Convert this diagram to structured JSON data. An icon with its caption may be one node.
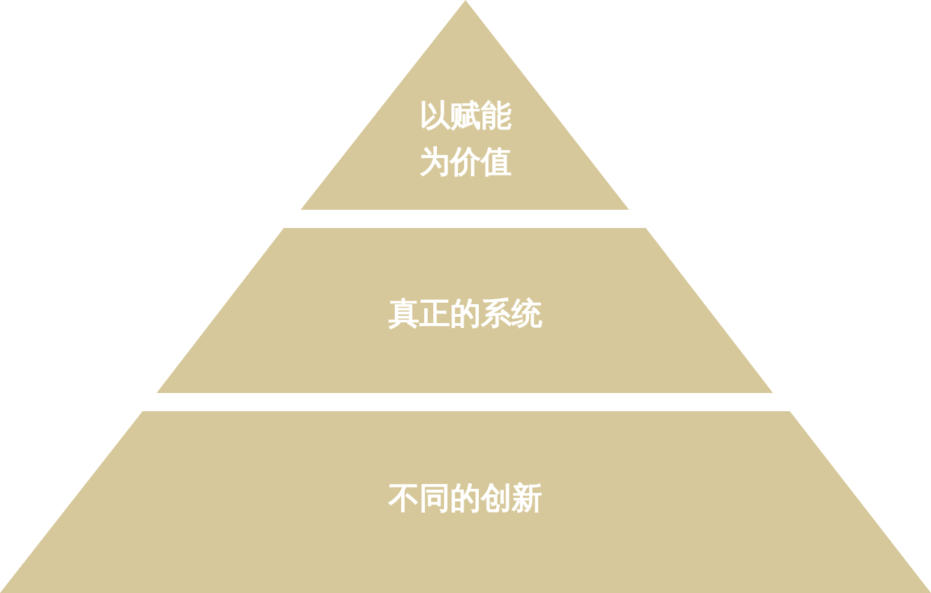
{
  "diagram": {
    "nodes": [
      {
        "text": [
          "以赋能为价值"
        ]
      },
      {
        "text": [
          "真正的系统"
        ]
      },
      {
        "text": [
          "不同的创新"
        ]
      }
    ]
  }
}
